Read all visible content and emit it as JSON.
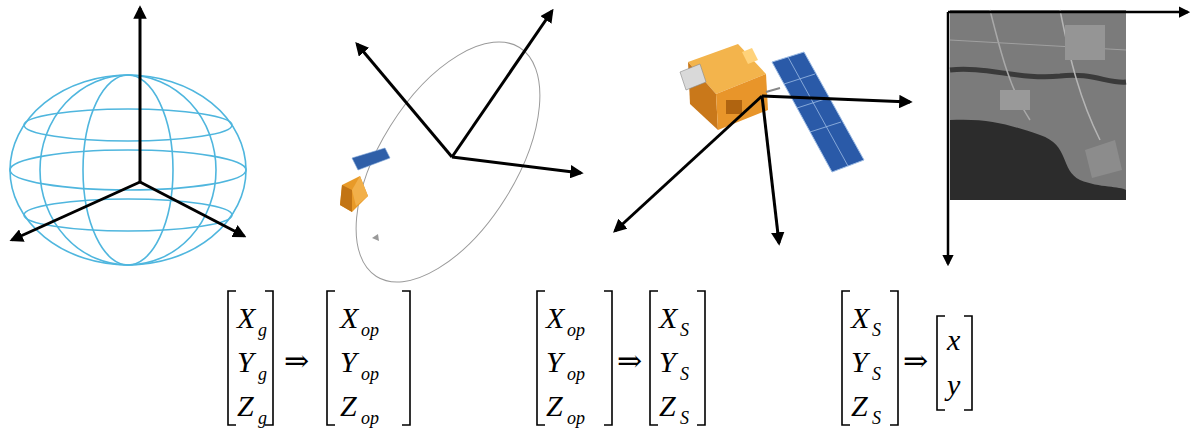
{
  "diagram": {
    "labels": [
      "X",
      "g",
      "Y",
      "g",
      "Z",
      "g",
      "⇒",
      "X",
      "op",
      "Y",
      "op",
      "Z",
      "op",
      "X",
      "op",
      "Y",
      "op",
      "Z",
      "op",
      "⇒",
      "X",
      "S",
      "Y",
      "S",
      "Z",
      "S",
      "X",
      "S",
      "Y",
      "S",
      "Z",
      "S",
      "⇒",
      "x",
      "y"
    ]
  }
}
